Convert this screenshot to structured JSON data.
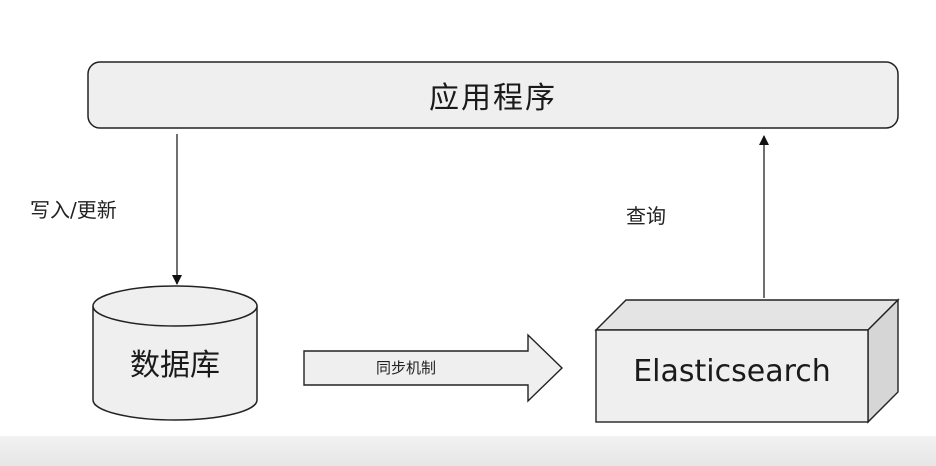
{
  "diagram": {
    "app_node": {
      "label": "应用程序"
    },
    "write_edge": {
      "label": "写入/更新"
    },
    "query_edge": {
      "label": "查询"
    },
    "database_node": {
      "label": "数据库"
    },
    "sync_edge": {
      "label": "同步机制"
    },
    "es_node": {
      "label": "Elasticsearch"
    }
  },
  "colors": {
    "node_fill": "#efefef",
    "node_stroke": "#222222",
    "box_side": "#d6d6d6",
    "box_top": "#e4e4e4"
  }
}
